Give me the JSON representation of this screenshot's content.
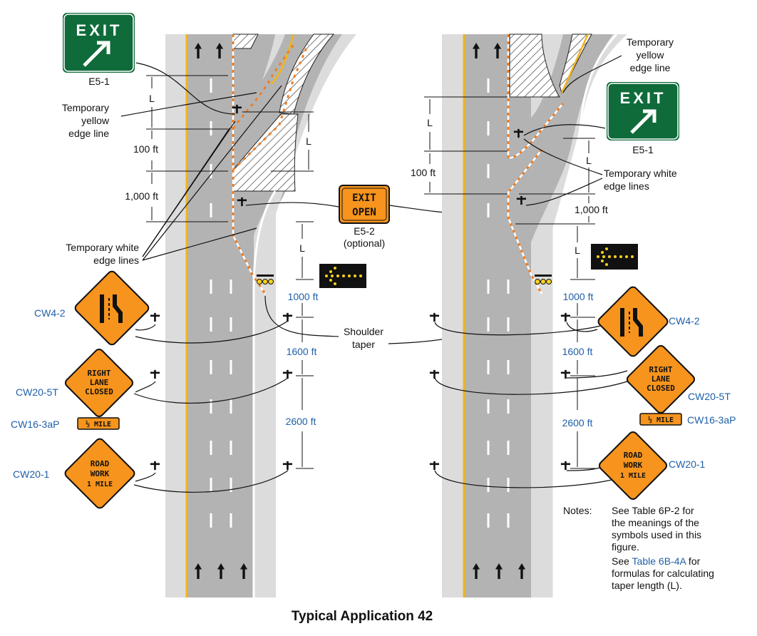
{
  "title": "Typical Application 42",
  "colors": {
    "pavement": "#b3b3b3",
    "shoulder": "#dcdcdc",
    "yellow_line": "#f2b41c",
    "temp_line": "#ee7d23",
    "sign_orange": "#f7941d",
    "sign_green": "#0f6b3a",
    "label_blue": "#1f5fa8"
  },
  "left_diagram": {
    "exit_sign": {
      "text": "EXIT",
      "code": "E5-1"
    },
    "labels": {
      "yellow_edge": [
        "Temporary",
        "yellow",
        "edge line"
      ],
      "white_edge": [
        "Temporary white",
        "edge lines"
      ],
      "L_top": "L",
      "L_mid": "L",
      "L_low": "L",
      "d100": "100 ft",
      "d1000": "1,000 ft",
      "d1000b": "1000 ft",
      "d1600": "1600 ft",
      "d2600": "2600 ft"
    },
    "signs": {
      "cw4_2": "CW4-2",
      "cw20_5t": "CW20-5T",
      "cw16_3ap": "CW16-3aP",
      "cw20_1": "CW20-1",
      "right_lane_closed": [
        "RIGHT",
        "LANE",
        "CLOSED"
      ],
      "half_mile": "½ MILE",
      "road_work": [
        "ROAD",
        "WORK",
        "1 MILE"
      ]
    }
  },
  "center": {
    "exit_open": [
      "EXIT",
      "OPEN"
    ],
    "exit_open_code": "E5-2",
    "exit_open_note": "(optional)",
    "shoulder_taper": [
      "Shoulder",
      "taper"
    ]
  },
  "right_diagram": {
    "exit_sign": {
      "text": "EXIT",
      "code": "E5-1"
    },
    "labels": {
      "yellow_edge": [
        "Temporary",
        "yellow",
        "edge line"
      ],
      "white_edge": [
        "Temporary white",
        "edge lines"
      ],
      "L_top": "L",
      "L_mid": "L",
      "L_low": "L",
      "d100": "100 ft",
      "d1000": "1,000 ft",
      "d1000b": "1000 ft",
      "d1600": "1600 ft",
      "d2600": "2600 ft"
    },
    "signs": {
      "cw4_2": "CW4-2",
      "cw20_5t": "CW20-5T",
      "cw16_3ap": "CW16-3aP",
      "cw20_1": "CW20-1",
      "right_lane_closed": [
        "RIGHT",
        "LANE",
        "CLOSED"
      ],
      "half_mile": "½ MILE",
      "road_work": [
        "ROAD",
        "WORK",
        "1 MILE"
      ]
    }
  },
  "notes": {
    "heading": "Notes:",
    "note1": [
      "See Table 6P-2 for",
      "the meanings of the",
      "symbols used in this",
      "figure."
    ],
    "note2_prefix": "See ",
    "note2_link": "Table 6B-4A",
    "note2_suffix": " for",
    "note2_rest": [
      "formulas for calculating",
      "taper length (L)."
    ]
  }
}
